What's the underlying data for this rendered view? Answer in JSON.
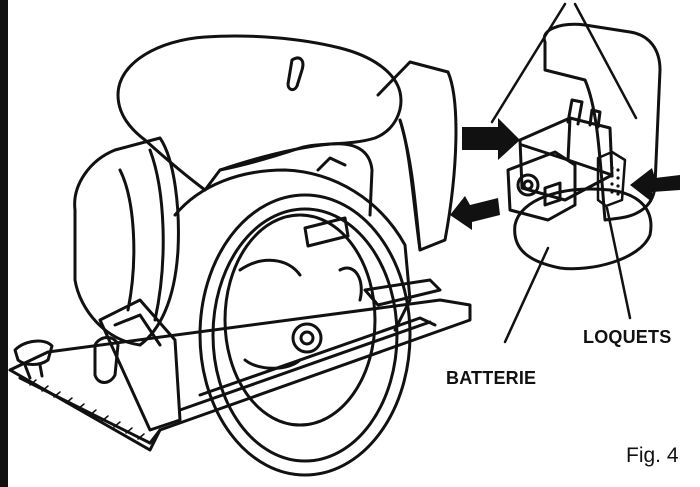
{
  "labels": {
    "battery": "BATTERIE",
    "latches": "LOQUETS",
    "figure": "Fig. 4"
  },
  "colors": {
    "ink": "#111111",
    "paper": "#ffffff"
  }
}
